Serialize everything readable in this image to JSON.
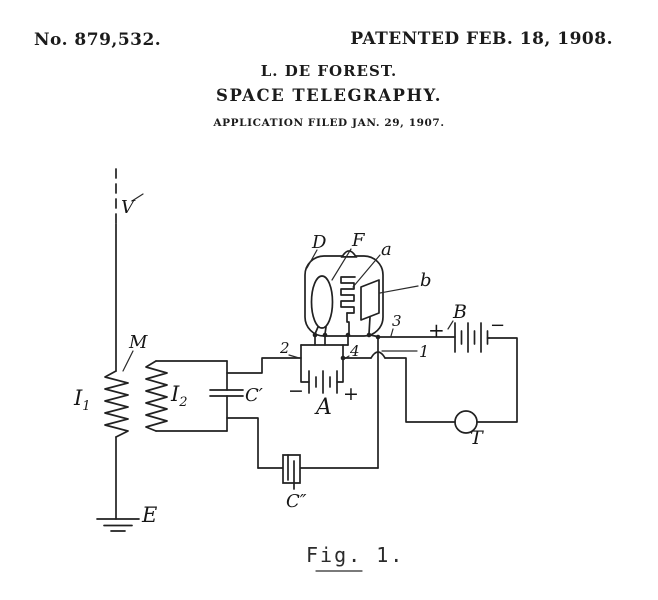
{
  "header": {
    "patent_number": "No. 879,532.",
    "patented": "PATENTED FEB. 18, 1908.",
    "inventor": "L. DE FOREST.",
    "title": "SPACE TELEGRAPHY.",
    "application": "APPLICATION FILED JAN. 29, 1907."
  },
  "figure": {
    "caption": "Fig. 1."
  },
  "labels": {
    "antenna": "V",
    "coupling": "M",
    "i1": {
      "main": "I",
      "sub": "1"
    },
    "i2": {
      "main": "I",
      "sub": "2"
    },
    "c_prime": "C′",
    "c_double_prime": "C″",
    "earth": "E",
    "bulb": "D",
    "filament": "F",
    "grid": "a",
    "plate": "b",
    "battery_a": "A",
    "battery_b": "B",
    "telephone": "T",
    "wire1": "1",
    "wire2": "2",
    "wire3": "3",
    "wire4": "4",
    "plus_a": "+",
    "minus_a": "−",
    "plus_b": "+",
    "minus_b": "−"
  },
  "colors": {
    "ink": "#212121",
    "paper": "#ffffff"
  }
}
